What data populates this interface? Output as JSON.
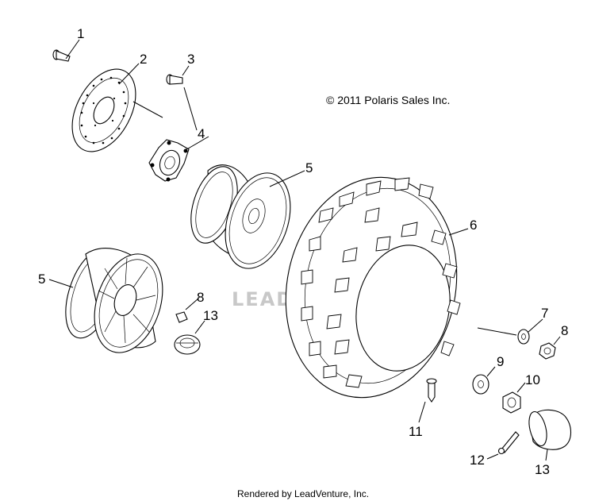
{
  "copyright": "© 2011 Polaris Sales Inc.",
  "rendered_by": "Rendered by LeadVenture, Inc.",
  "watermark": "LEADVENTURE",
  "callouts": {
    "c1": "1",
    "c2": "2",
    "c3": "3",
    "c4": "4",
    "c5a": "5",
    "c5b": "5",
    "c6": "6",
    "c7": "7",
    "c8a": "8",
    "c8b": "8",
    "c9": "9",
    "c10": "10",
    "c11": "11",
    "c12": "12",
    "c13a": "13",
    "c13b": "13"
  }
}
